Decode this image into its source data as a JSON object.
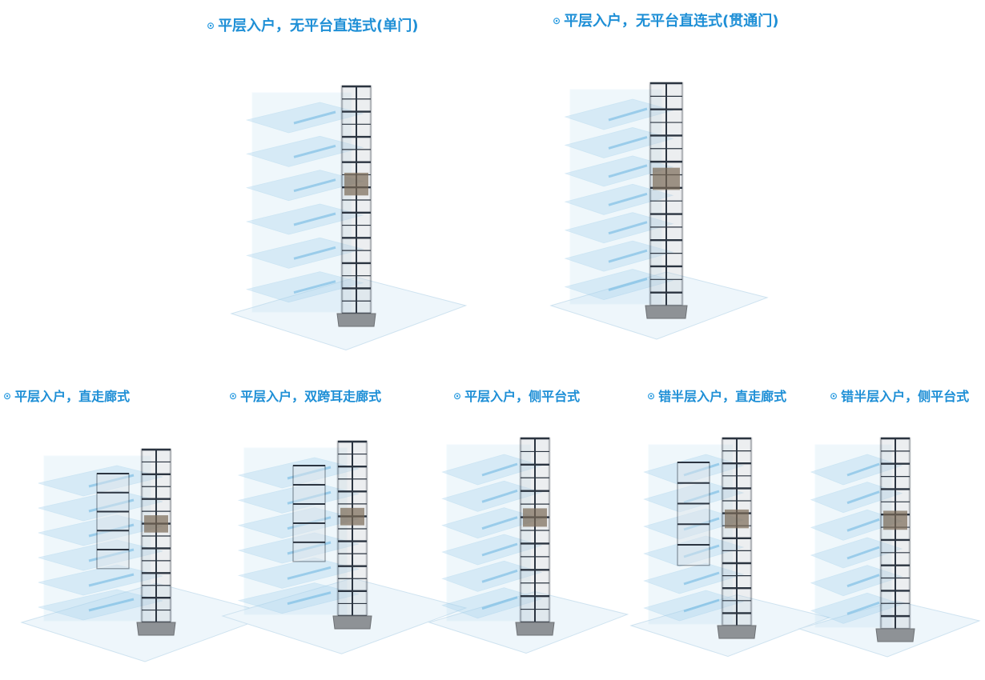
{
  "captions": [
    {
      "text": "平层入户，无平台直连式(单门)"
    },
    {
      "text": "平层入户，无平台直连式(贯通门)"
    },
    {
      "text": "平层入户，直走廊式"
    },
    {
      "text": "平层入户，双跨耳走廊式"
    },
    {
      "text": "平层入户，侧平台式"
    },
    {
      "text": "错半层入户，直走廊式"
    },
    {
      "text": "错半层入户，侧平台式"
    }
  ],
  "bullet_icon": "circle-dot-icon",
  "colors": {
    "caption": "#1e8fd6",
    "building": "#a9d4ee",
    "tower": "#2b3440",
    "base": "#8e9296"
  }
}
